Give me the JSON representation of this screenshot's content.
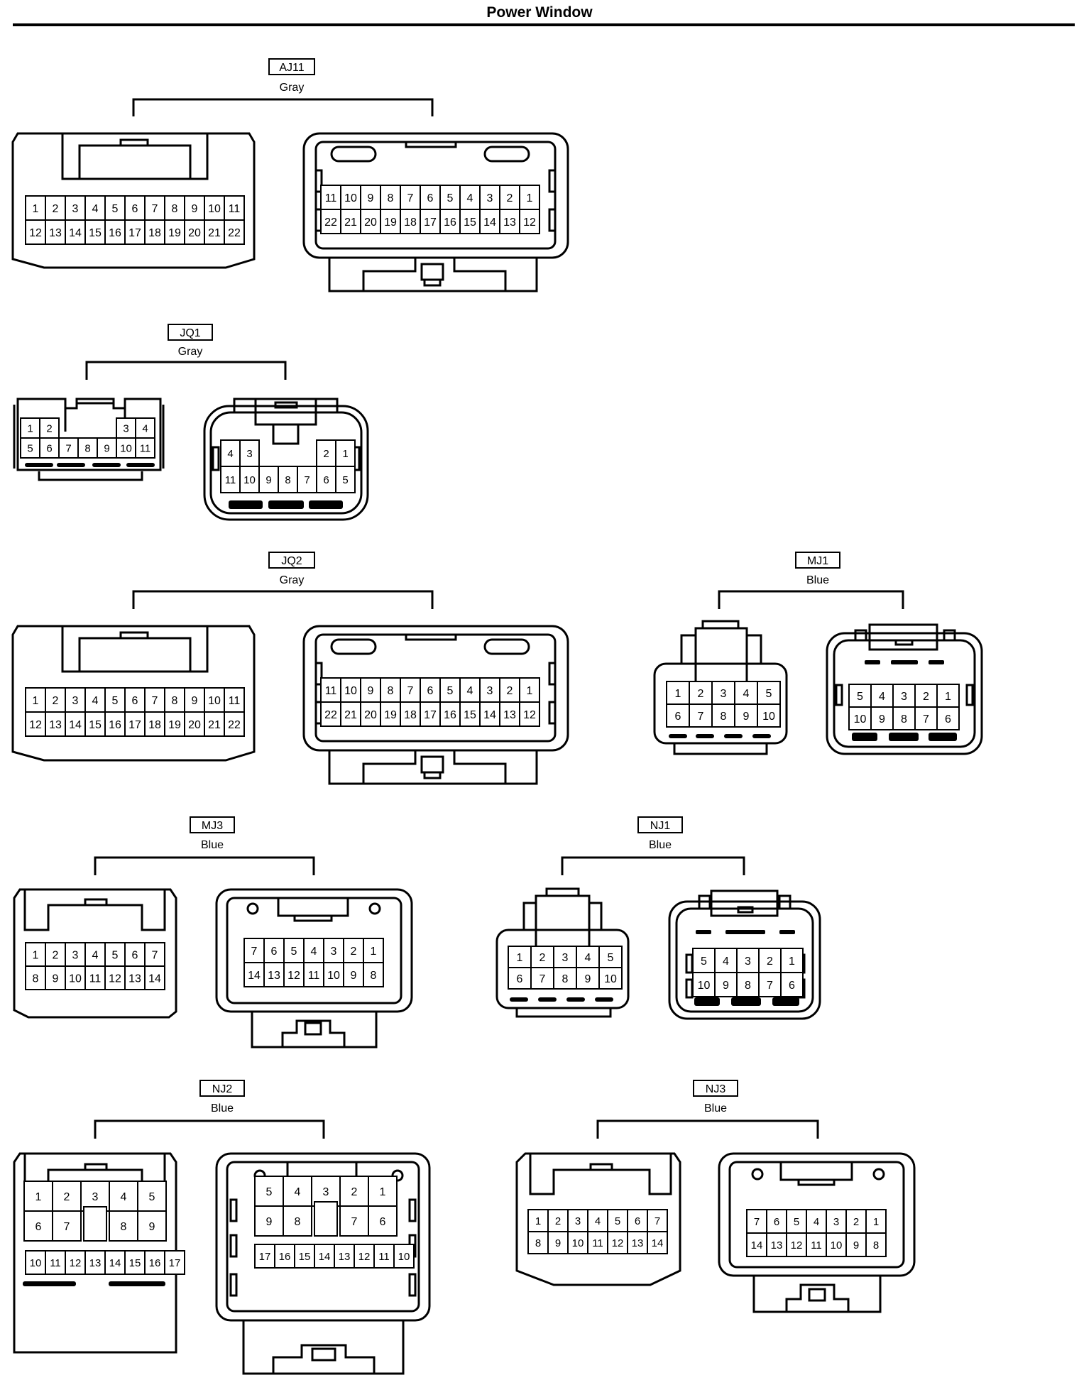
{
  "page_title": "Power Window",
  "connectors": [
    {
      "id": "AJ11",
      "color": "Gray",
      "left": {
        "rows": [
          [
            "1",
            "2",
            "3",
            "4",
            "5",
            "6",
            "7",
            "8",
            "9",
            "10",
            "11"
          ],
          [
            "12",
            "13",
            "14",
            "15",
            "16",
            "17",
            "18",
            "19",
            "20",
            "21",
            "22"
          ]
        ]
      },
      "right": {
        "rows": [
          [
            "11",
            "10",
            "9",
            "8",
            "7",
            "6",
            "5",
            "4",
            "3",
            "2",
            "1"
          ],
          [
            "22",
            "21",
            "20",
            "19",
            "18",
            "17",
            "16",
            "15",
            "14",
            "13",
            "12"
          ]
        ]
      }
    },
    {
      "id": "JQ1",
      "color": "Gray",
      "left": {
        "rows": [
          [
            "1",
            "2",
            "",
            "",
            "",
            "3",
            "4"
          ],
          [
            "5",
            "6",
            "7",
            "8",
            "9",
            "10",
            "11"
          ]
        ]
      },
      "right": {
        "rows": [
          [
            "4",
            "3",
            "",
            "",
            "",
            "2",
            "1"
          ],
          [
            "11",
            "10",
            "9",
            "8",
            "7",
            "6",
            "5"
          ]
        ]
      }
    },
    {
      "id": "JQ2",
      "color": "Gray",
      "left": {
        "rows": [
          [
            "1",
            "2",
            "3",
            "4",
            "5",
            "6",
            "7",
            "8",
            "9",
            "10",
            "11"
          ],
          [
            "12",
            "13",
            "14",
            "15",
            "16",
            "17",
            "18",
            "19",
            "20",
            "21",
            "22"
          ]
        ]
      },
      "right": {
        "rows": [
          [
            "11",
            "10",
            "9",
            "8",
            "7",
            "6",
            "5",
            "4",
            "3",
            "2",
            "1"
          ],
          [
            "22",
            "21",
            "20",
            "19",
            "18",
            "17",
            "16",
            "15",
            "14",
            "13",
            "12"
          ]
        ]
      }
    },
    {
      "id": "MJ1",
      "color": "Blue",
      "left": {
        "rows": [
          [
            "1",
            "2",
            "3",
            "4",
            "5"
          ],
          [
            "6",
            "7",
            "8",
            "9",
            "10"
          ]
        ]
      },
      "right": {
        "rows": [
          [
            "5",
            "4",
            "3",
            "2",
            "1"
          ],
          [
            "10",
            "9",
            "8",
            "7",
            "6"
          ]
        ]
      }
    },
    {
      "id": "MJ3",
      "color": "Blue",
      "left": {
        "rows": [
          [
            "1",
            "2",
            "3",
            "4",
            "5",
            "6",
            "7"
          ],
          [
            "8",
            "9",
            "10",
            "11",
            "12",
            "13",
            "14"
          ]
        ]
      },
      "right": {
        "rows": [
          [
            "7",
            "6",
            "5",
            "4",
            "3",
            "2",
            "1"
          ],
          [
            "14",
            "13",
            "12",
            "11",
            "10",
            "9",
            "8"
          ]
        ]
      }
    },
    {
      "id": "NJ1",
      "color": "Blue",
      "left": {
        "rows": [
          [
            "1",
            "2",
            "3",
            "4",
            "5"
          ],
          [
            "6",
            "7",
            "8",
            "9",
            "10"
          ]
        ]
      },
      "right": {
        "rows": [
          [
            "5",
            "4",
            "3",
            "2",
            "1"
          ],
          [
            "10",
            "9",
            "8",
            "7",
            "6"
          ]
        ]
      }
    },
    {
      "id": "NJ2",
      "color": "Blue",
      "left": {
        "rows": [
          [
            "1",
            "2",
            "3",
            "4",
            "5"
          ],
          [
            "6",
            "7",
            "",
            "8",
            "9"
          ],
          [
            "10",
            "11",
            "12",
            "13",
            "14",
            "15",
            "16",
            "17"
          ]
        ]
      },
      "right": {
        "rows": [
          [
            "5",
            "4",
            "3",
            "2",
            "1"
          ],
          [
            "9",
            "8",
            "",
            "7",
            "6"
          ],
          [
            "17",
            "16",
            "15",
            "14",
            "13",
            "12",
            "11",
            "10"
          ]
        ]
      }
    },
    {
      "id": "NJ3",
      "color": "Blue",
      "left": {
        "rows": [
          [
            "1",
            "2",
            "3",
            "4",
            "5",
            "6",
            "7"
          ],
          [
            "8",
            "9",
            "10",
            "11",
            "12",
            "13",
            "14"
          ]
        ]
      },
      "right": {
        "rows": [
          [
            "7",
            "6",
            "5",
            "4",
            "3",
            "2",
            "1"
          ],
          [
            "14",
            "13",
            "12",
            "11",
            "10",
            "9",
            "8"
          ]
        ]
      }
    }
  ]
}
